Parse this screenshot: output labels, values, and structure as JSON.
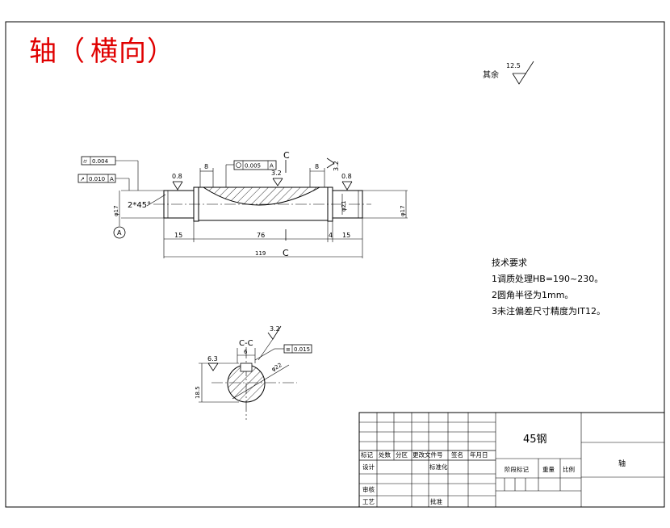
{
  "title": {
    "part": "轴",
    "paren_open": "（",
    "orientation": "横向",
    "paren_close": "）"
  },
  "surface_finish": {
    "rest_label": "其余",
    "rest_value": "12.5",
    "left_journal": "0.8",
    "right_journal": "0.8",
    "keyway_top": "3.2",
    "keyway_right": "3.2",
    "section_top": "3.2",
    "section_left": "6.3"
  },
  "tolerances": {
    "cylindricity": "0.004",
    "runout": "0.010",
    "runout_datum": "A",
    "keyway_symmetry": "0.005",
    "keyway_datum": "A",
    "section_symmetry": "0.015",
    "datum_label": "A"
  },
  "dimensions": {
    "chamfer": "2*45°",
    "left_journal_dia": "φ17",
    "right_journal_dia": "φ17",
    "mid_dia": "φ21",
    "keyway_offset_left": "8",
    "keyway_offset_right": "8",
    "len_left": "15",
    "len_mid": "76",
    "len_gap": "4",
    "len_right": "15",
    "len_total": "119",
    "section_marker_top": "C",
    "section_marker_bottom": "C",
    "section_label": "C-C",
    "key_width": "6",
    "section_dia": "φ22",
    "section_depth": "18.5"
  },
  "tech_requirements": {
    "heading": "技术要求",
    "items": [
      "1调质处理HB=190~230。",
      "2圆角半径为1mm。",
      "3未注偏差尺寸精度为IT12。"
    ]
  },
  "title_block": {
    "material": "45钢",
    "part_name": "轴",
    "rev_headers": [
      "标记",
      "处数",
      "分区",
      "更改文件号",
      "签名",
      "年月日"
    ],
    "design": "设计",
    "standardize": "标准化",
    "stage_mark": "阶段标记",
    "weight": "重量",
    "scale": "比例",
    "review": "审核",
    "process": "工艺",
    "approve": "批准"
  },
  "colors": {
    "title_red": "#e00000",
    "line": "#000000",
    "hatch": "#000000"
  }
}
